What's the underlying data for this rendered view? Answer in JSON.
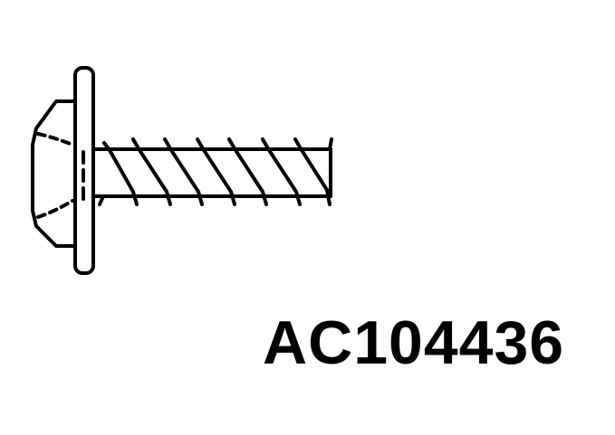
{
  "figure": {
    "part_number": "AC104436",
    "subject": "flanged-head-self-tapping-screw",
    "colors": {
      "background": "#ffffff",
      "ink": "#000000"
    },
    "thread_count": 7
  }
}
